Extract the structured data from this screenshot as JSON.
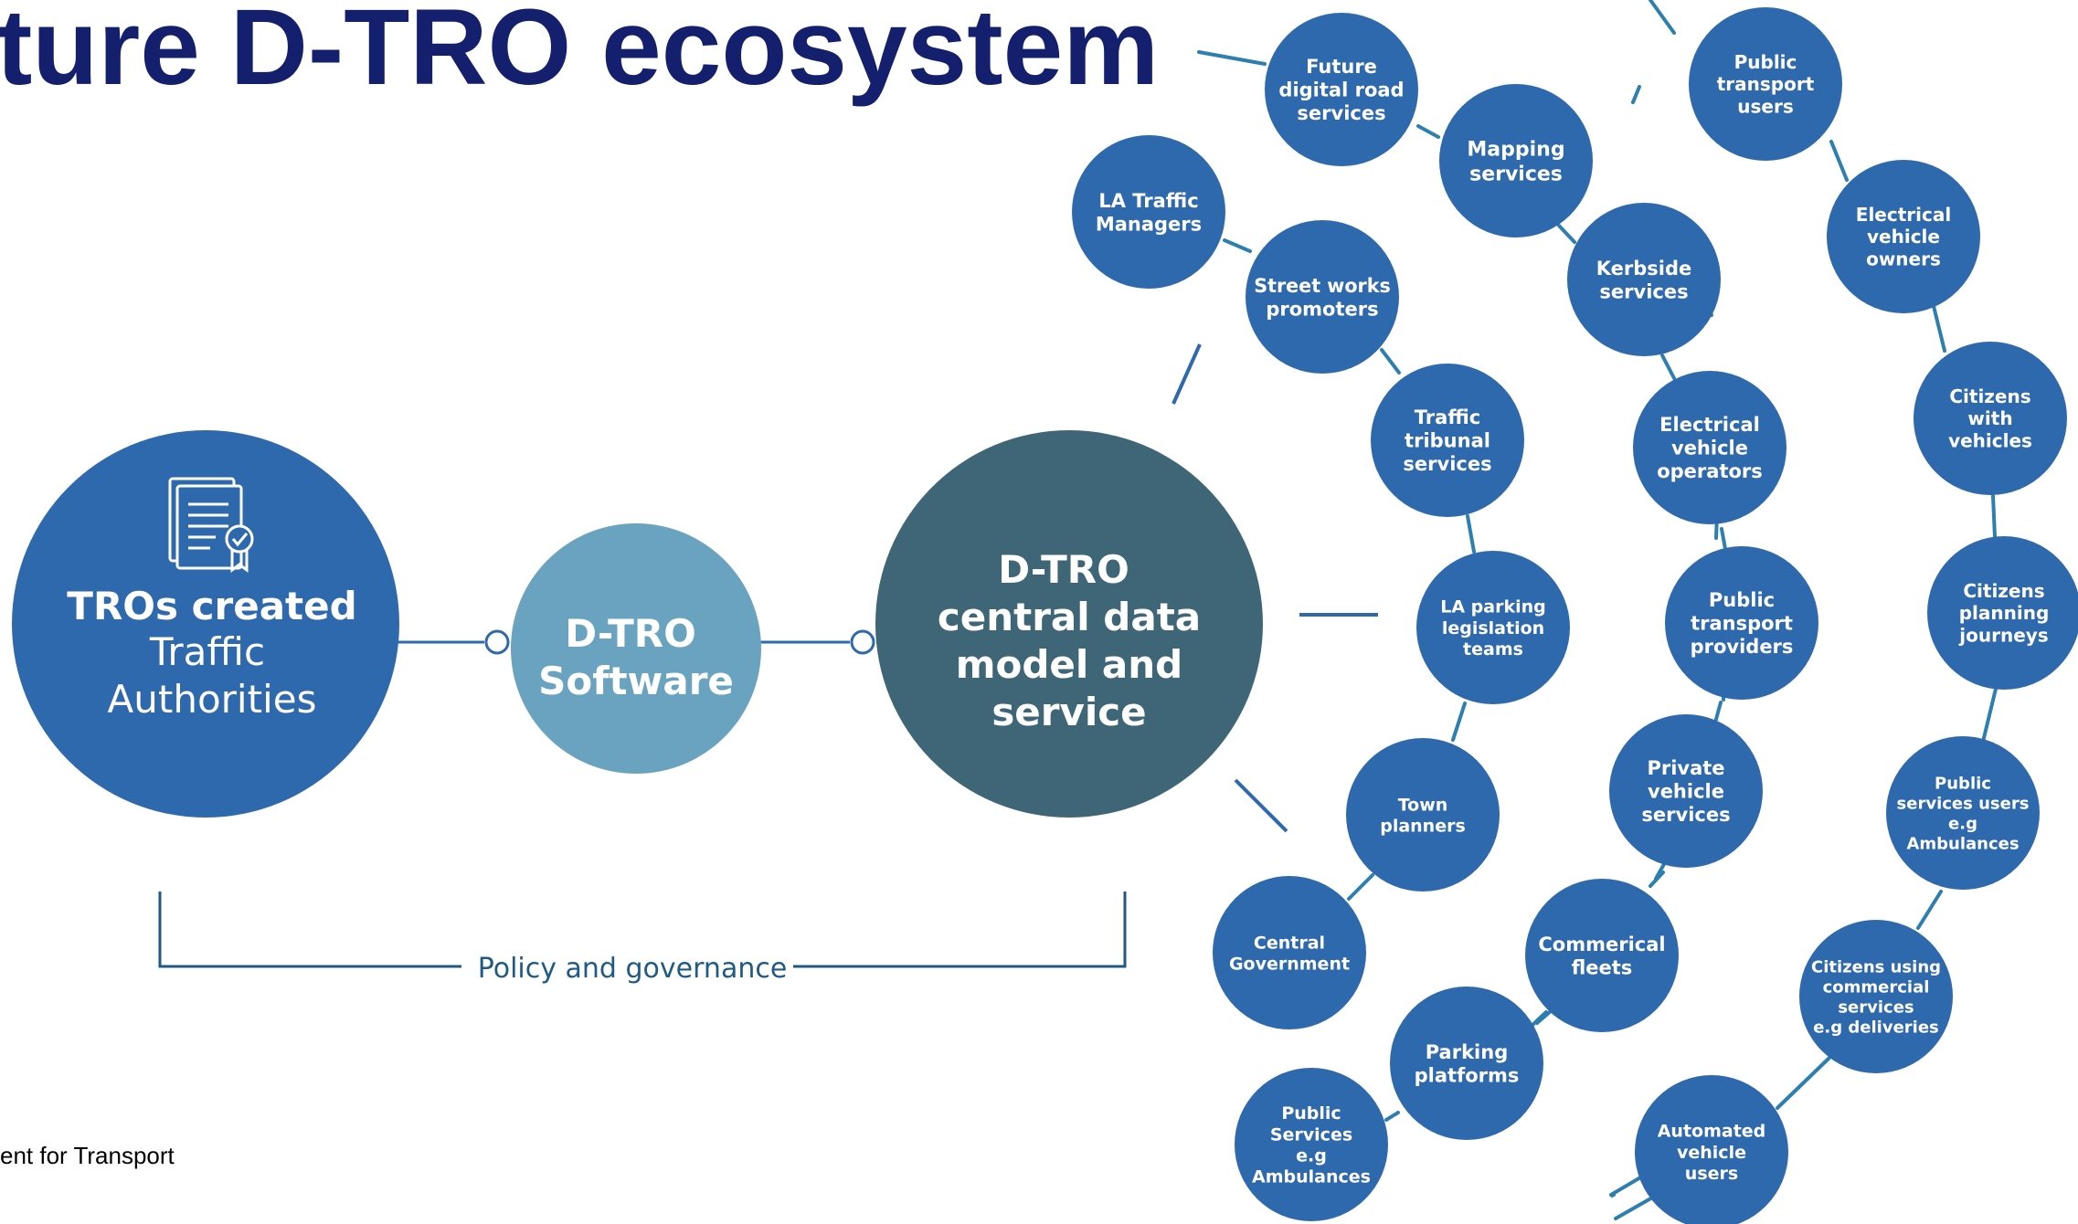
{
  "title": "ture D-TRO ecosystem",
  "footer": "ent for Transport",
  "colors": {
    "title": "#14206e",
    "primary_blue": "#2e69ad",
    "software_blue": "#6aa3c0",
    "central_teal": "#3f6677",
    "connector": "#2d7fb0",
    "policy_line": "#1f5a86"
  },
  "flow": {
    "tros": {
      "icon": "document-certificate-icon",
      "bold": "TROs created",
      "lines": [
        "Traffic",
        "Authorities"
      ]
    },
    "software": {
      "lines": [
        "D-TRO",
        "Software"
      ]
    },
    "central": {
      "lines": [
        "D-TRO",
        "central data",
        "model and",
        "service"
      ]
    }
  },
  "policy": {
    "label": "Policy and governance"
  },
  "nodes": [
    {
      "id": "future-digital-road-services",
      "lines": [
        "Future",
        "digital road",
        "services"
      ]
    },
    {
      "id": "mapping-services",
      "lines": [
        "Mapping",
        "services"
      ]
    },
    {
      "id": "la-traffic-managers",
      "lines": [
        "LA Traffic",
        "Managers"
      ]
    },
    {
      "id": "street-works-promoters",
      "lines": [
        "Street works",
        "promoters"
      ]
    },
    {
      "id": "traffic-tribunal-services",
      "lines": [
        "Traffic",
        "tribunal",
        "services"
      ]
    },
    {
      "id": "la-parking-legislation-teams",
      "lines": [
        "LA parking",
        "legislation",
        "teams"
      ]
    },
    {
      "id": "town-planners",
      "lines": [
        "Town",
        "planners"
      ]
    },
    {
      "id": "central-government",
      "lines": [
        "Central",
        "Government"
      ]
    },
    {
      "id": "public-services-ambulances",
      "lines": [
        "Public",
        "Services",
        "e.g",
        "Ambulances"
      ]
    },
    {
      "id": "parking-platforms",
      "lines": [
        "Parking",
        "platforms"
      ]
    },
    {
      "id": "commercial-fleets",
      "lines": [
        "Commerical",
        "fleets"
      ]
    },
    {
      "id": "private-vehicle-services",
      "lines": [
        "Private",
        "vehicle",
        "services"
      ]
    },
    {
      "id": "public-transport-providers",
      "lines": [
        "Public",
        "transport",
        "providers"
      ]
    },
    {
      "id": "electrical-vehicle-operators",
      "lines": [
        "Electrical",
        "vehicle",
        "operators"
      ]
    },
    {
      "id": "kerbside-services",
      "lines": [
        "Kerbside",
        "services"
      ]
    },
    {
      "id": "public-transport-users",
      "lines": [
        "Public",
        "transport",
        "users"
      ]
    },
    {
      "id": "electrical-vehicle-owners",
      "lines": [
        "Electrical",
        "vehicle",
        "owners"
      ]
    },
    {
      "id": "citizens-with-vehicles",
      "lines": [
        "Citizens",
        "with",
        "vehicles"
      ]
    },
    {
      "id": "citizens-planning-journeys",
      "lines": [
        "Citizens",
        "planning",
        "journeys"
      ]
    },
    {
      "id": "public-services-users-ambulances",
      "lines": [
        "Public",
        "services users",
        "e.g",
        "Ambulances"
      ]
    },
    {
      "id": "citizens-using-commercial-services",
      "lines": [
        "Citizens using",
        "commercial",
        "services",
        "e.g deliveries"
      ]
    },
    {
      "id": "automated-vehicle-users",
      "lines": [
        "Automated",
        "vehicle",
        "users"
      ]
    }
  ]
}
